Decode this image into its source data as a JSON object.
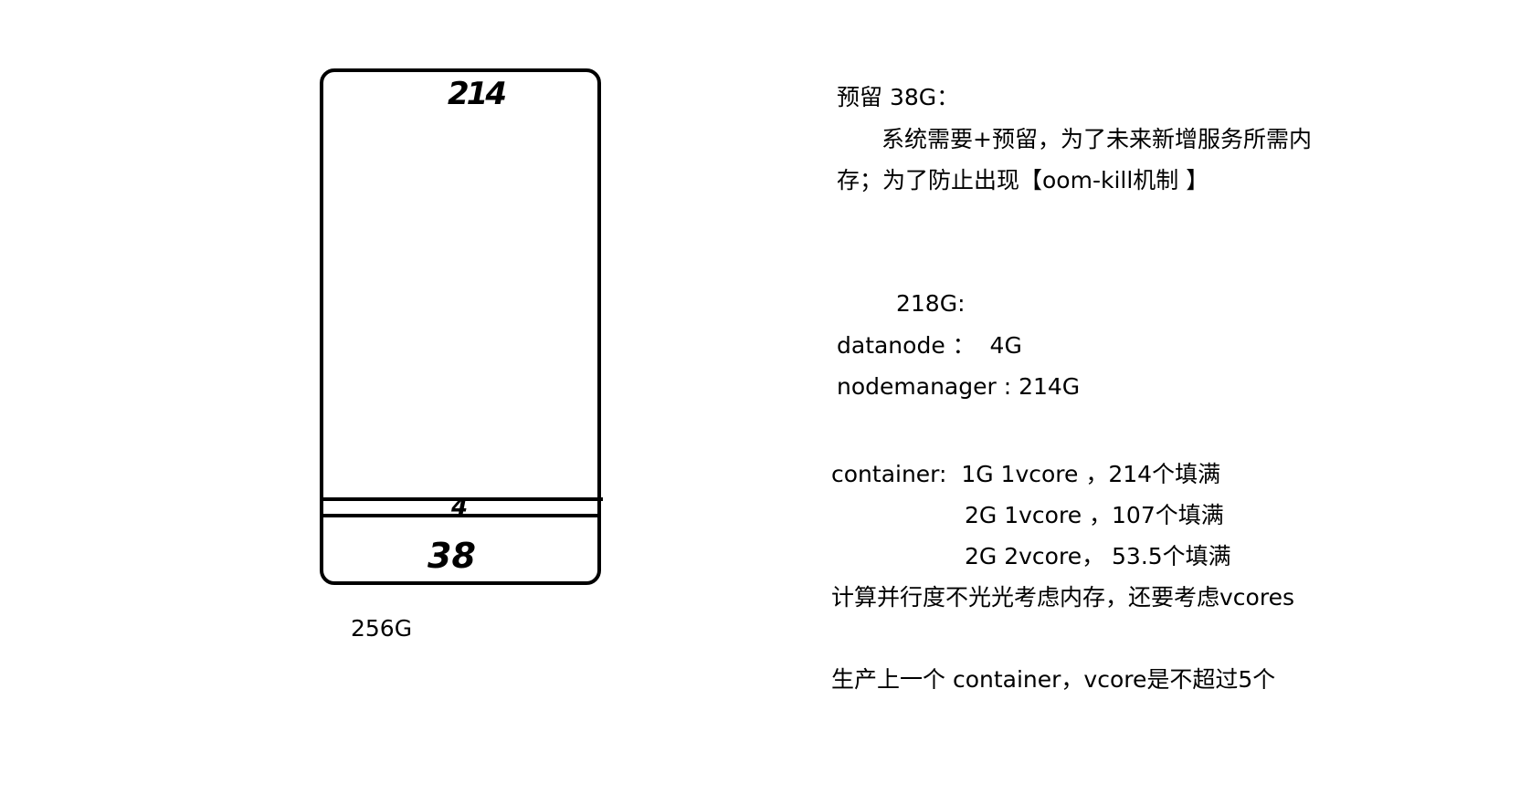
{
  "diagram": {
    "total_label": "256G",
    "segments": [
      {
        "id": "top",
        "label": "214"
      },
      {
        "id": "middle",
        "label": "4"
      },
      {
        "id": "bottom",
        "label": "38"
      }
    ]
  },
  "notes": {
    "reserve_title": "预留 38G：",
    "reserve_line1": "系统需要+预留，为了未来新增服务所需内",
    "reserve_line2": "存；为了防止出现【oom-kill机制 】",
    "alloc_title": "218G:",
    "datanode_line": "datanode ：  4G",
    "nodemanager_line": "nodemanager : 214G",
    "container_line1": "container:  1G 1vcore ，214个填满",
    "container_line2": "2G 1vcore ，107个填满",
    "container_line3": "2G 2vcore， 53.5个填满",
    "parallel_line": "计算并行度不光光考虑内存，还要考虑vcores",
    "production_line": "生产上一个 container，vcore是不超过5个"
  },
  "colors": {
    "stroke": "#000000",
    "background": "#ffffff"
  }
}
